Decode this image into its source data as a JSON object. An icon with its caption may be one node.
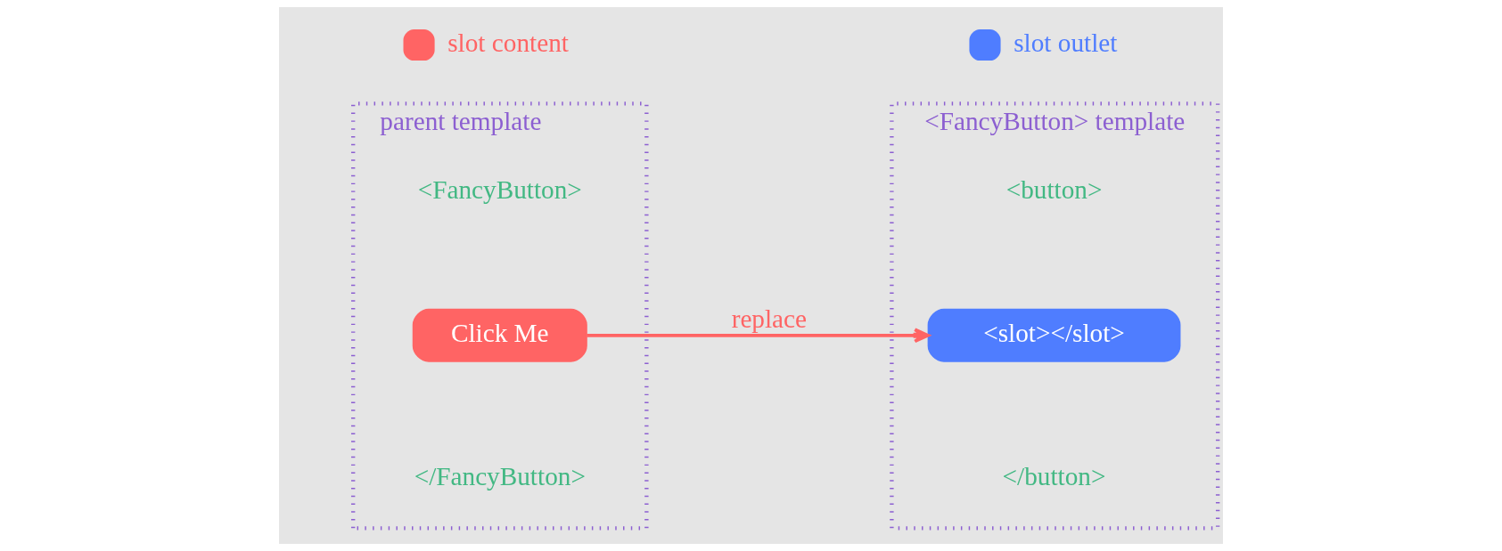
{
  "diagram": {
    "nodes": [
      {
        "text": [
          "parent template",
          "<FancyButton>",
          "</FancyButton>"
        ]
      },
      {
        "text": [
          "Click Me"
        ],
        "in": 0
      },
      {
        "text": [
          "<FancyButton> template",
          "<button>",
          "</button>"
        ]
      },
      {
        "text": [
          "<slot></slot>"
        ],
        "in": 2
      }
    ],
    "edges": [
      {
        "from": 1,
        "to": 3,
        "arrow": "to",
        "label": "replace",
        "color": "#ff6464"
      }
    ],
    "legend": [
      {
        "text": "slot content",
        "color": "#ff6464"
      },
      {
        "text": "slot outlet",
        "color": "#4f7dff"
      }
    ]
  }
}
